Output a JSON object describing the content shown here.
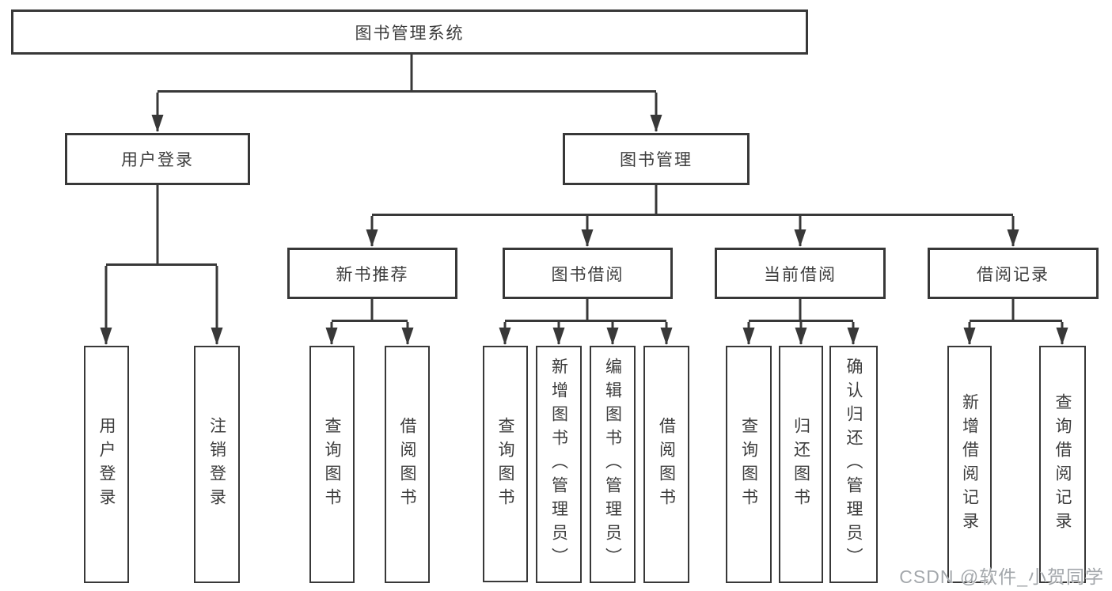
{
  "diagram": {
    "root": {
      "label": "图书管理系统"
    },
    "level2": {
      "user_login": {
        "label": "用户登录"
      },
      "book_management": {
        "label": "图书管理"
      }
    },
    "level3": {
      "new_book_recommend": {
        "label": "新书推荐"
      },
      "book_borrowing": {
        "label": "图书借阅"
      },
      "current_borrowing": {
        "label": "当前借阅"
      },
      "borrowing_records": {
        "label": "借阅记录"
      }
    },
    "leaves": {
      "user_login": {
        "label": "用户登录"
      },
      "logout": {
        "label": "注销登录"
      },
      "query_books_recommend": {
        "label": "查询图书"
      },
      "borrow_books_recommend": {
        "label": "借阅图书"
      },
      "query_books_borrowing": {
        "label": "查询图书"
      },
      "add_books_admin": {
        "label": "新增图书（管理员）"
      },
      "edit_books_admin": {
        "label": "编辑图书（管理员）"
      },
      "borrow_books_borrowing": {
        "label": "借阅图书"
      },
      "query_books_current": {
        "label": "查询图书"
      },
      "return_books": {
        "label": "归还图书"
      },
      "confirm_return_admin": {
        "label": "确认归还（管理员）"
      },
      "add_borrow_record": {
        "label": "新增借阅记录"
      },
      "query_borrow_record": {
        "label": "查询借阅记录"
      }
    },
    "watermark": "CSDN @软件_小贺同学",
    "colors": {
      "line": "#383838",
      "text": "#3d3d3d",
      "background": "#ffffff",
      "watermark": "#9ea2a6"
    }
  }
}
